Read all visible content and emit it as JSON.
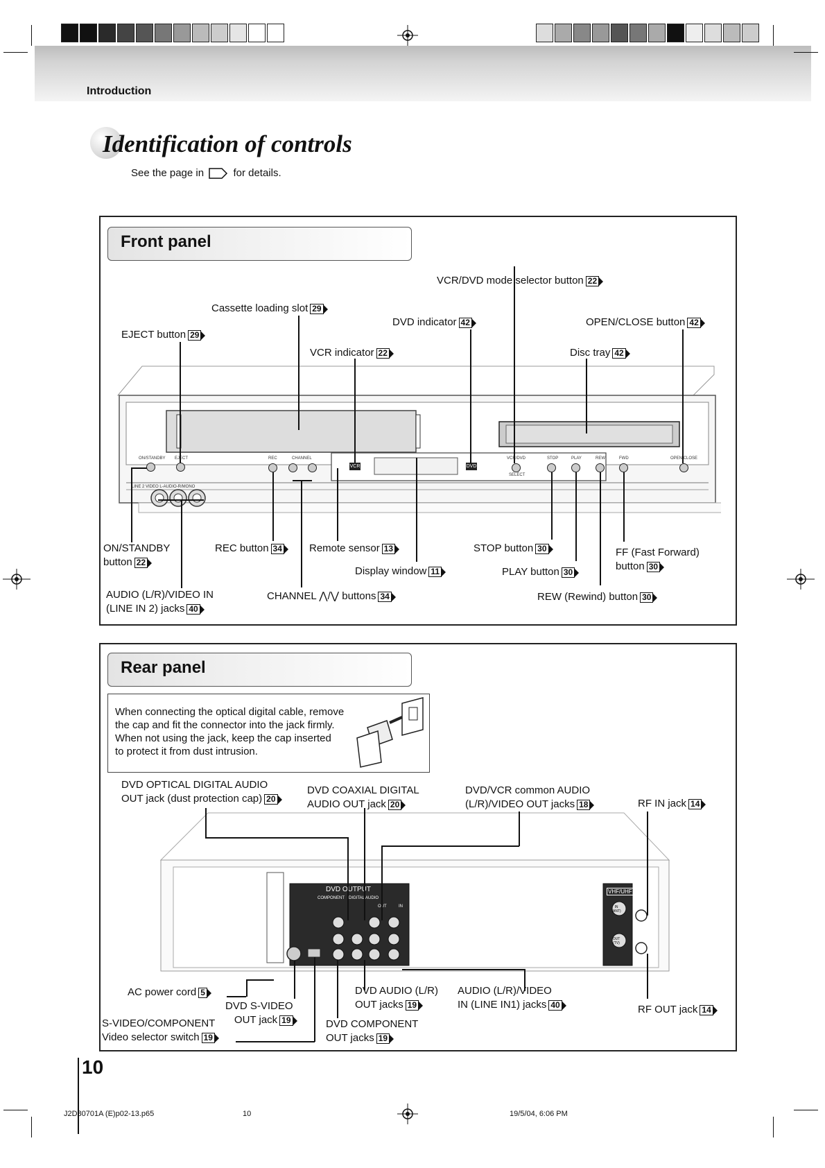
{
  "header": {
    "section": "Introduction",
    "title": "Identification of controls",
    "subtitle_before": "See the page in",
    "subtitle_after": "for details."
  },
  "front": {
    "heading": "Front panel",
    "labels": [
      {
        "id": "vcr-dvd-mode-selector-button",
        "text": "VCR/DVD mode selector button",
        "page": "22"
      },
      {
        "id": "cassette-loading-slot",
        "text": "Cassette loading slot",
        "page": "29"
      },
      {
        "id": "dvd-indicator",
        "text": "DVD indicator",
        "page": "42"
      },
      {
        "id": "open-close-button",
        "text": "OPEN/CLOSE button",
        "page": "42"
      },
      {
        "id": "eject-button",
        "text": "EJECT button",
        "page": "29"
      },
      {
        "id": "vcr-indicator",
        "text": "VCR indicator",
        "page": "22"
      },
      {
        "id": "disc-tray",
        "text": "Disc tray",
        "page": "42"
      },
      {
        "id": "on-standby-button",
        "text": "ON/STANDBY\nbutton",
        "page": "22"
      },
      {
        "id": "rec-button",
        "text": "REC button",
        "page": "34"
      },
      {
        "id": "remote-sensor",
        "text": "Remote sensor",
        "page": "13"
      },
      {
        "id": "stop-button",
        "text": "STOP button",
        "page": "30"
      },
      {
        "id": "ff-button",
        "text": "FF (Fast Forward)\nbutton",
        "page": "30"
      },
      {
        "id": "display-window",
        "text": "Display window",
        "page": "11"
      },
      {
        "id": "play-button",
        "text": "PLAY button",
        "page": "30"
      },
      {
        "id": "audio-video-in-jacks",
        "text": "AUDIO (L/R)/VIDEO IN\n(LINE IN 2) jacks",
        "page": "40"
      },
      {
        "id": "channel-buttons",
        "text": "CHANNEL ⋀/⋁ buttons",
        "page": "34"
      },
      {
        "id": "rew-button",
        "text": "REW (Rewind) button",
        "page": "30"
      }
    ],
    "device_labels": {
      "on_standby": "ON/STANDBY",
      "eject": "EJECT",
      "rec": "REC",
      "channel": "CHANNEL",
      "vcr_dvd": "VCR/DVD",
      "select": "SELECT",
      "stop": "STOP",
      "play": "PLAY",
      "rew": "REW",
      "ffwd": "FWD",
      "open_close": "OPEN/CLOSE",
      "line_in": "LINE 2 VIDEO L-AUDIO-R/MONO",
      "vcr_led": "VCR",
      "dvd_led": "DVD"
    }
  },
  "rear": {
    "heading": "Rear panel",
    "note": "When connecting the optical digital cable, remove\nthe cap and fit the connector into the jack firmly.\nWhen not using the jack, keep the cap inserted\nto protect it from dust intrusion.",
    "labels": [
      {
        "id": "dvd-optical-digital-audio-out",
        "text": "DVD OPTICAL DIGITAL AUDIO\nOUT jack (dust protection cap)",
        "page": "20"
      },
      {
        "id": "dvd-coaxial-digital-audio-out",
        "text": "DVD COAXIAL DIGITAL\nAUDIO OUT jack",
        "page": "20"
      },
      {
        "id": "dvd-vcr-common-audio-video-out",
        "text": "DVD/VCR common AUDIO\n(L/R)/VIDEO OUT jacks",
        "page": "18"
      },
      {
        "id": "rf-in-jack",
        "text": "RF IN jack",
        "page": "14"
      },
      {
        "id": "ac-power-cord",
        "text": "AC power cord",
        "page": "5"
      },
      {
        "id": "dvd-s-video-out",
        "text": "DVD S-VIDEO\nOUT jack",
        "page": "19"
      },
      {
        "id": "s-video-component-switch",
        "text": "S-VIDEO/COMPONENT\nVideo selector switch",
        "page": "19"
      },
      {
        "id": "dvd-audio-out",
        "text": "DVD AUDIO (L/R)\nOUT jacks",
        "page": "19"
      },
      {
        "id": "audio-video-in-line-in1",
        "text": "AUDIO (L/R)/VIDEO\nIN (LINE IN1) jacks",
        "page": "40"
      },
      {
        "id": "rf-out-jack",
        "text": "RF OUT jack",
        "page": "14"
      },
      {
        "id": "dvd-component-out",
        "text": "DVD COMPONENT\nOUT jacks",
        "page": "19"
      }
    ],
    "device_labels": {
      "dvd_output": "DVD OUTPUT",
      "component": "COMPONENT",
      "digital_audio": "DIGITAL AUDIO",
      "out": "OUT",
      "in": "IN",
      "vhf_uhf": "VHF/UHF",
      "ant_in": "IN (ANT)",
      "tv_out": "OUT (TV)"
    }
  },
  "footer": {
    "page_number": "10",
    "file": "J2D80701A (E)p02-13.p65",
    "file_page": "10",
    "date": "19/5/04, 6:06 PM"
  },
  "colors": {
    "text": "#111111",
    "band": "#d8d8d8",
    "dark_square": "#1a1a1a"
  }
}
